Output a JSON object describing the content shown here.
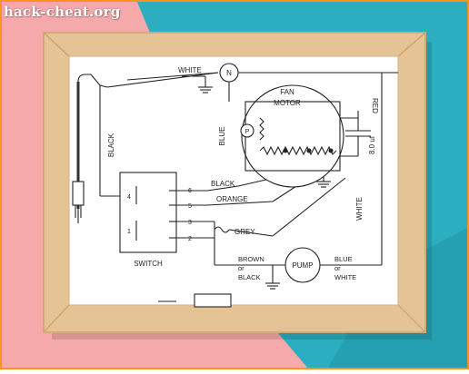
{
  "watermark": "hack-cheat.org",
  "colors": {
    "pink": "#f6a9aa",
    "teal": "#2aaec0",
    "frame": "#e6c394",
    "paper": "#ffffff",
    "ink": "#222222",
    "accent": "#f7931e"
  },
  "diagram": {
    "labels": {
      "white_top": "WHITE",
      "neutral": "N",
      "fan_motor": "FAN\nMOTOR",
      "red": "RED",
      "capacitor": "8.0 uf",
      "black_cord": "BLACK",
      "blue": "BLUE",
      "p": "P",
      "white_right": "WHITE",
      "black_mid": "BLACK",
      "orange": "ORANGE",
      "grey": "GREY",
      "brown_or_black": "BROWN\nor\nBLACK",
      "pump": "PUMP",
      "blue_or_white": "BLUE\nor\nWHITE",
      "switch": "SWITCH",
      "terminals": [
        "6",
        "5",
        "3",
        "2"
      ],
      "left_terminals": [
        "4",
        "1"
      ]
    }
  }
}
